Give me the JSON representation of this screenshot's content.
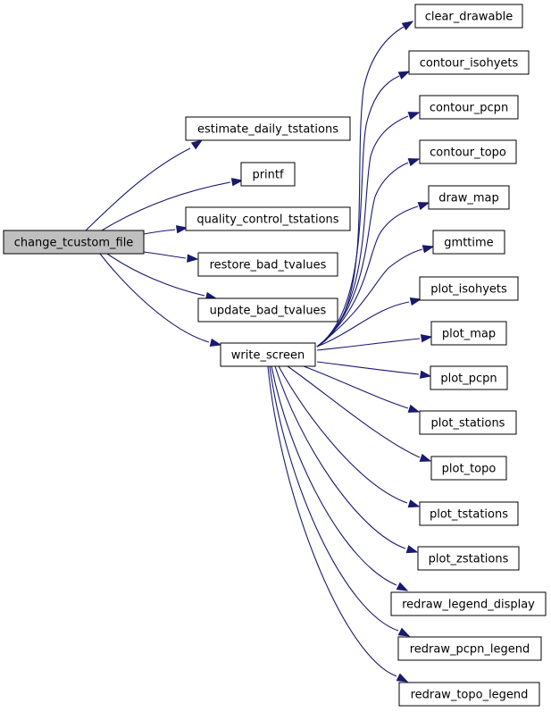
{
  "graph": {
    "root": "change_tcustom_file",
    "hub": "write_screen",
    "direct_callees": [
      "estimate_daily_tstations",
      "printf",
      "quality_control_tstations",
      "restore_bad_tvalues",
      "update_bad_tvalues",
      "write_screen"
    ],
    "write_screen_callees": [
      "clear_drawable",
      "contour_isohyets",
      "contour_pcpn",
      "contour_topo",
      "draw_map",
      "gmttime",
      "plot_isohyets",
      "plot_map",
      "plot_pcpn",
      "plot_stations",
      "plot_topo",
      "plot_tstations",
      "plot_zstations",
      "redraw_legend_display",
      "redraw_pcpn_legend",
      "redraw_topo_legend"
    ],
    "colors": {
      "edge": "#191970",
      "root_fill": "#bfbfbf",
      "node_fill": "#ffffff",
      "node_border": "#000000"
    }
  }
}
